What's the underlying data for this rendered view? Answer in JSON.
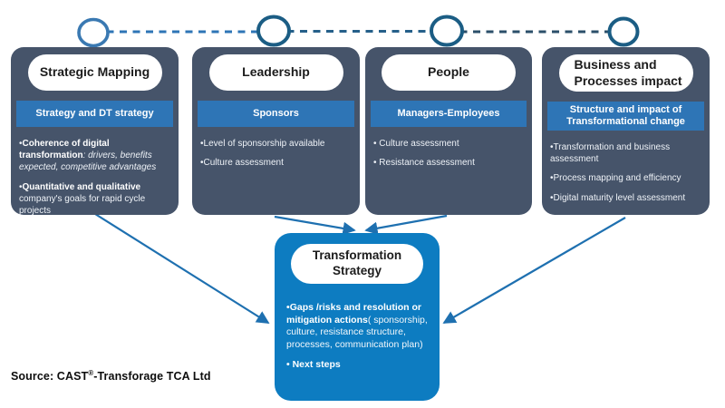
{
  "colors": {
    "card_bg": "#46546a",
    "bar_bg": "#2e75b6",
    "strategy_bg": "#0d7cc1",
    "arrow": "#1e70b0",
    "circle_light": "#3a79b2",
    "circle_dark": "#1b5d84",
    "dash_1": "#2e75b6",
    "dash_2": "#26608a",
    "dash_3": "#2b4f6a",
    "title_text": "#1c1c1c",
    "body_text": "#eef2f7"
  },
  "cards": [
    {
      "title": "Strategic Mapping",
      "header": "Strategy and DT strategy",
      "bullets": [
        {
          "lead": "•",
          "bold": "Coherence of digital transformation",
          "italic": ": drivers, benefits expected, competitive advantages",
          "rest": ""
        },
        {
          "lead": "•",
          "bold": "Quantitative and qualitative",
          "italic": "",
          "rest": " company's goals for rapid cycle projects"
        }
      ]
    },
    {
      "title": "Leadership",
      "header": "Sponsors",
      "bullets": [
        {
          "lead": "•",
          "bold": "",
          "italic": "",
          "rest": "Level of sponsorship available"
        },
        {
          "lead": "•",
          "bold": "",
          "italic": "",
          "rest": "Culture assessment"
        }
      ]
    },
    {
      "title": "People",
      "header": "Managers-Employees",
      "bullets": [
        {
          "lead": "• ",
          "bold": "",
          "italic": "",
          "rest": "Culture assessment"
        },
        {
          "lead": "• ",
          "bold": "",
          "italic": "",
          "rest": "Resistance assessment"
        }
      ]
    },
    {
      "title": "Business and Processes impact",
      "header": "Structure and impact of Transformational change",
      "bullets": [
        {
          "lead": "•",
          "bold": "",
          "italic": "",
          "rest": "Transformation and business assessment"
        },
        {
          "lead": "•",
          "bold": "",
          "italic": "",
          "rest": "Process mapping and efficiency"
        },
        {
          "lead": "•",
          "bold": "",
          "italic": "",
          "rest": "Digital maturity level assessment"
        }
      ]
    }
  ],
  "strategy_card": {
    "title": "Transformation Strategy",
    "bullets": [
      {
        "lead": "•",
        "bold": "Gaps /risks and resolution or mitigation actions",
        "rest": "( sponsorship, culture, resistance structure, processes, communication plan)"
      },
      {
        "lead": "• ",
        "bold": "Next steps",
        "rest": ""
      }
    ]
  },
  "source": {
    "before_reg": "Source: CAST",
    "registered": "®",
    "after_reg": "-Transforage TCA Ltd"
  }
}
